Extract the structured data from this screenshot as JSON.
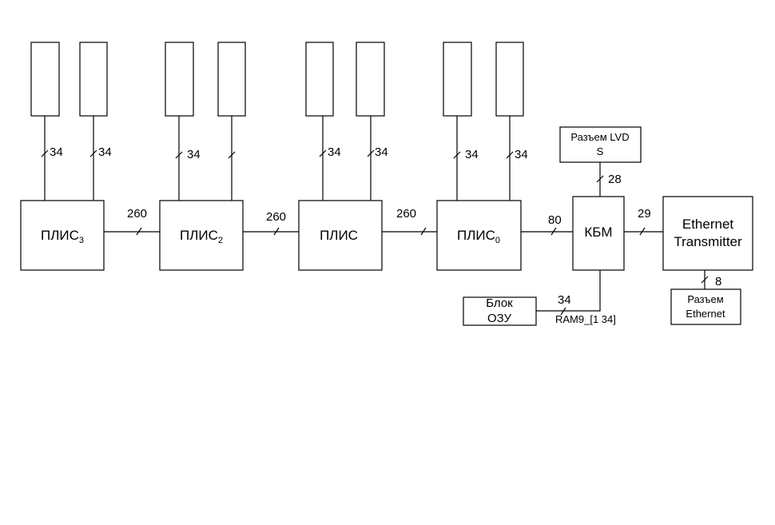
{
  "blocks": {
    "plis3": {
      "name": "ПЛИС",
      "sub": "3"
    },
    "plis2": {
      "name": "ПЛИС",
      "sub": "2"
    },
    "plis1": {
      "name": "ПЛИС",
      "sub": ""
    },
    "plis0": {
      "name": "ПЛИС",
      "sub": "0"
    },
    "kbm": "КБМ",
    "ethernet_transmitter": [
      "Ethernet",
      "Transmitter"
    ],
    "lvds_connector": [
      "Разъем LVD",
      "S"
    ],
    "ram_block": [
      "Блок",
      "ОЗУ"
    ],
    "ethernet_connector": [
      "Разъем",
      "Ethernet"
    ]
  },
  "bus_labels": {
    "plis3_in_a": "34",
    "plis3_in_b": "34",
    "plis2_in_a": "34",
    "plis1_in_a": "34",
    "plis1_in_b": "34",
    "plis0_in_a": "34",
    "plis0_in_b": "34",
    "plis3_plis2": "260",
    "plis2_plis1": "260",
    "plis1_plis0": "260",
    "plis0_kbm": "80",
    "kbm_ethernet": "29",
    "lvds_kbm": "28",
    "ram_kbm": "34",
    "ram_signal": "RAM9_[1 34]",
    "eth_conn": "8"
  }
}
